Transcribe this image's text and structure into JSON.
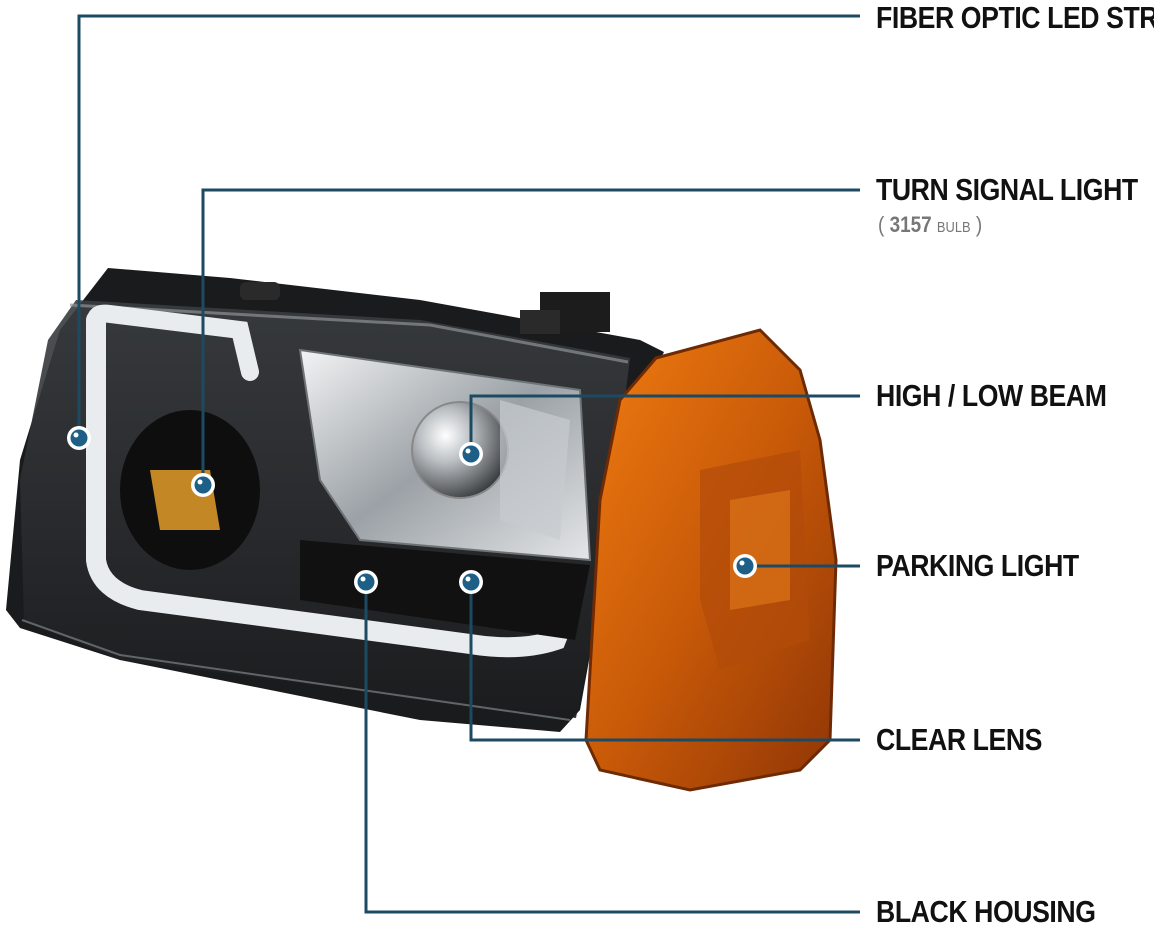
{
  "callouts": {
    "fiber_optic": {
      "label": "FIBER OPTIC LED STRIP"
    },
    "turn_signal": {
      "label": "TURN SIGNAL LIGHT",
      "bulb_open": "(",
      "bulb_number": "3157",
      "bulb_word": "BULB",
      "bulb_close": ")"
    },
    "high_low_beam": {
      "label": "HIGH / LOW BEAM"
    },
    "parking_light": {
      "label": "PARKING LIGHT"
    },
    "clear_lens": {
      "label": "CLEAR LENS"
    },
    "black_housing": {
      "label": "BLACK HOUSING"
    }
  },
  "colors": {
    "leader_line": "#1d4a63",
    "marker_fill": "#1d5f86",
    "marker_ring": "#ffffff",
    "housing": "#151515",
    "amber": "#d9660a",
    "chrome": "#cfd3d6"
  }
}
